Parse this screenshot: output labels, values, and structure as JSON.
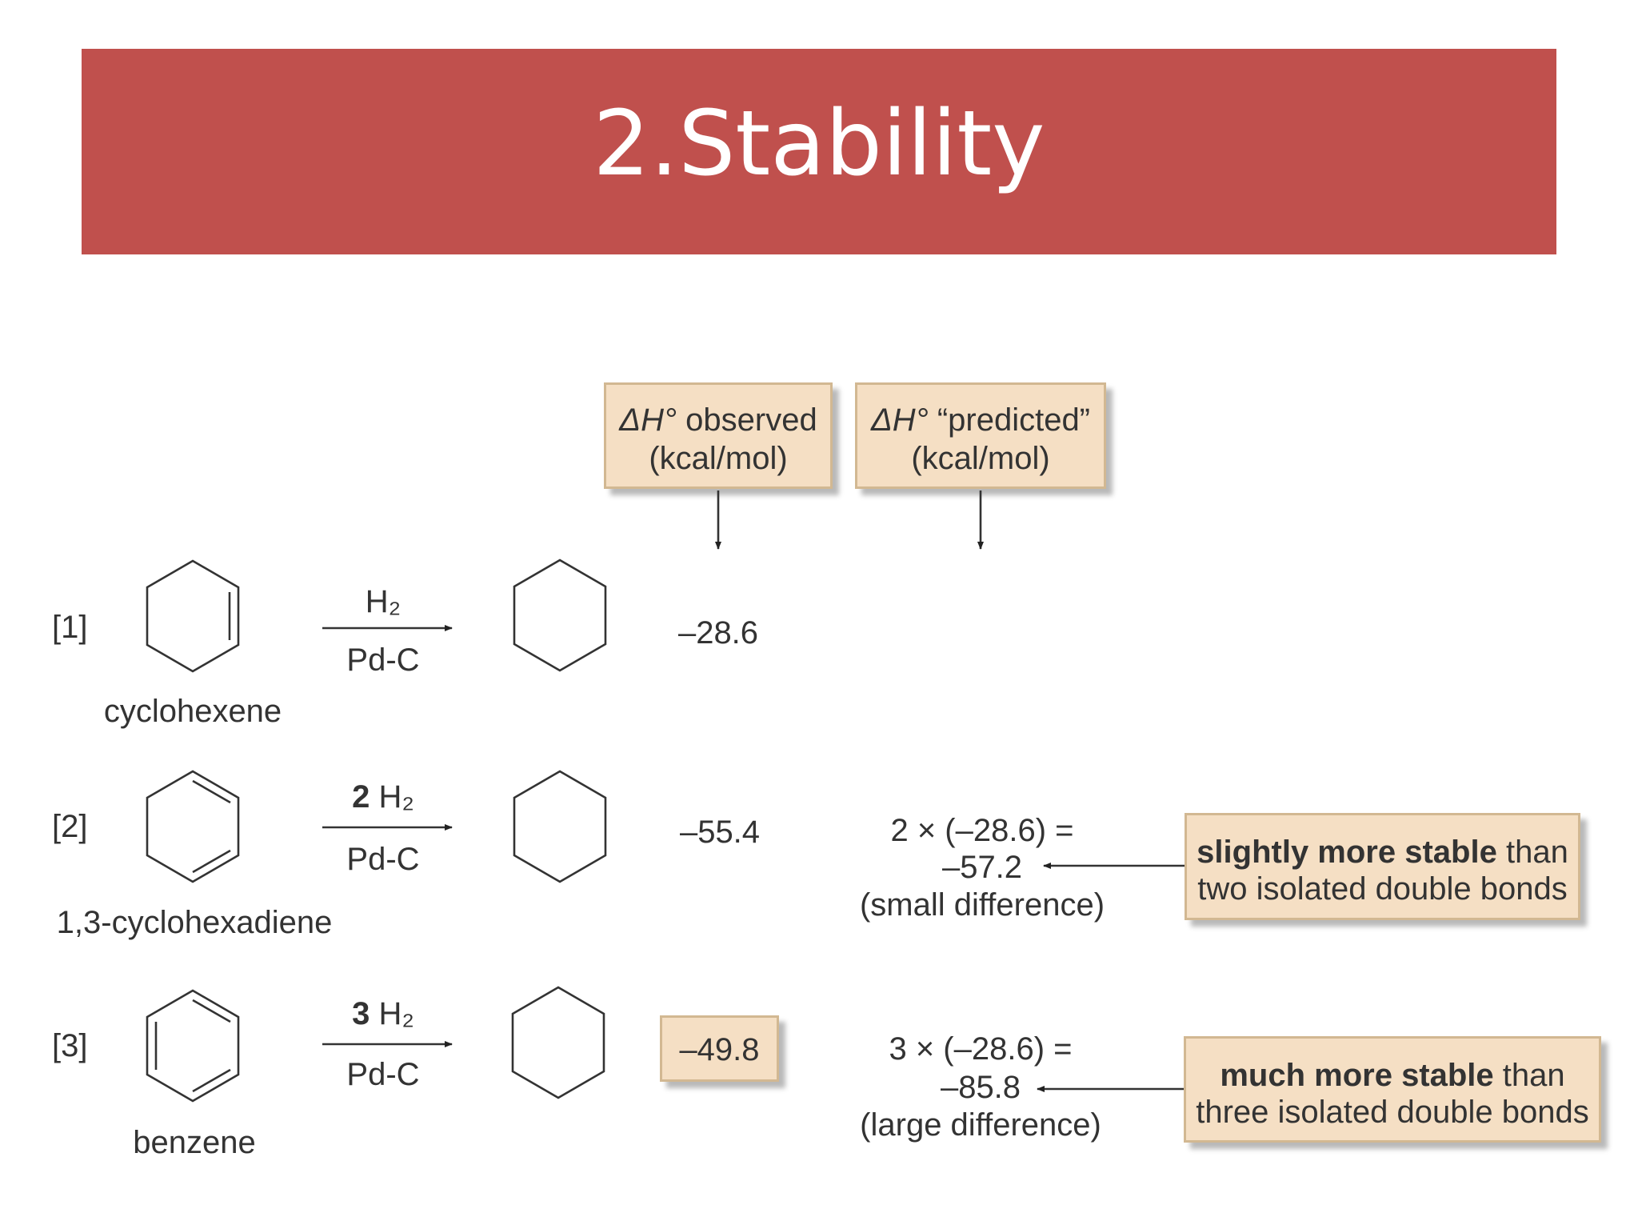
{
  "slide": {
    "title": "2.Stability"
  },
  "headers": {
    "observed": {
      "delta": "ΔH°",
      "label": "observed",
      "units": "(kcal/mol)"
    },
    "predicted": {
      "delta": "ΔH°",
      "label": "“predicted”",
      "units": "(kcal/mol)"
    }
  },
  "reactions": [
    {
      "number": "[1]",
      "name": "cyclohexene",
      "reagent_count": "",
      "reagent": "H₂",
      "catalyst": "Pd-C",
      "observed": "–28.6"
    },
    {
      "number": "[2]",
      "name": "1,3-cyclohexadiene",
      "reagent_count": "2",
      "reagent": "H₂",
      "catalyst": "Pd-C",
      "observed": "–55.4",
      "predicted_line1": "2 × (–28.6) =",
      "predicted_value": "–57.2",
      "difference": "(small difference)",
      "note_bold": "slightly more stable",
      "note_rest1": " than",
      "note_line2": "two isolated double bonds"
    },
    {
      "number": "[3]",
      "name": "benzene",
      "reagent_count": "3",
      "reagent": "H₂",
      "catalyst": "Pd-C",
      "observed": "–49.8",
      "predicted_line1": "3 × (–28.6) =",
      "predicted_value": "–85.8",
      "difference": "(large difference)",
      "note_bold": "much more stable",
      "note_rest1": " than",
      "note_line2": "three isolated double bonds"
    }
  ],
  "colors": {
    "banner": "#c0504d",
    "box_fill": "#f5dfc4",
    "box_border": "#d2b892",
    "ink": "#333333"
  }
}
